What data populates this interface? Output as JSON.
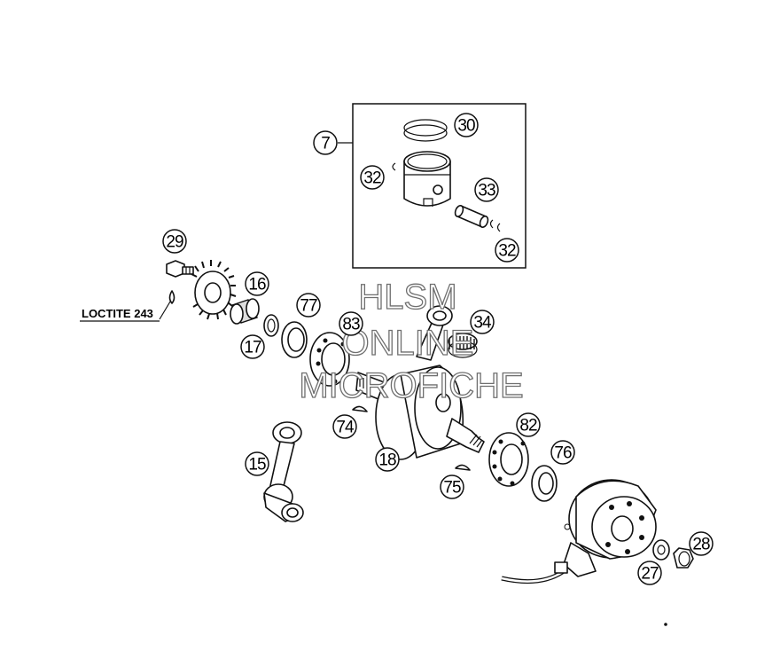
{
  "callouts": [
    {
      "id": "c7",
      "label": "7"
    },
    {
      "id": "c30",
      "label": "30"
    },
    {
      "id": "c32a",
      "label": "32"
    },
    {
      "id": "c33",
      "label": "33"
    },
    {
      "id": "c32b",
      "label": "32"
    },
    {
      "id": "c29",
      "label": "29"
    },
    {
      "id": "c16",
      "label": "16"
    },
    {
      "id": "c77",
      "label": "77"
    },
    {
      "id": "c17",
      "label": "17"
    },
    {
      "id": "c83",
      "label": "83"
    },
    {
      "id": "c34",
      "label": "34"
    },
    {
      "id": "c74",
      "label": "74"
    },
    {
      "id": "c82",
      "label": "82"
    },
    {
      "id": "c76",
      "label": "76"
    },
    {
      "id": "c15",
      "label": "15"
    },
    {
      "id": "c18",
      "label": "18"
    },
    {
      "id": "c75",
      "label": "75"
    },
    {
      "id": "c28",
      "label": "28"
    },
    {
      "id": "c27",
      "label": "27"
    }
  ],
  "note": {
    "loctite": "LOCTITE 243"
  },
  "watermark": {
    "line1": "HLSM",
    "line2": "ONLINE",
    "line3": "MICROFICHE"
  }
}
